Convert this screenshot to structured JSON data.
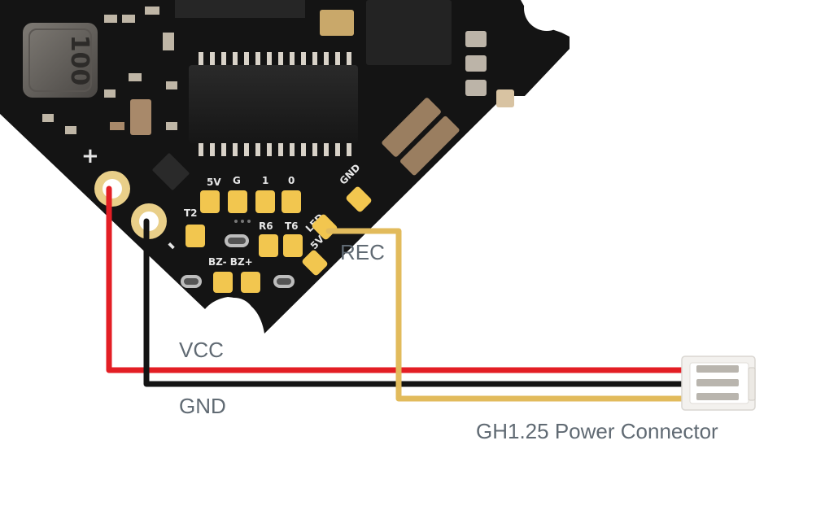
{
  "labels": {
    "rec": "REC",
    "vcc": "VCC",
    "gnd": "GND",
    "connector": "GH1.25 Power Connector"
  },
  "board": {
    "inductor_marking": "100",
    "plus_marking": "+",
    "minus_marking": "-",
    "silkscreen": {
      "v5_top": "5V",
      "g": "G",
      "one": "1",
      "zero": "0",
      "gnd": "GND",
      "t2": "T2",
      "r6": "R6",
      "t6": "T6",
      "led": "LED",
      "v5_side": "5V",
      "bz": "BZ- BZ+"
    }
  },
  "colors": {
    "board": "#141414",
    "pad_gold": "#f2c64f",
    "vcc_wire": "#e31e24",
    "gnd_wire": "#141414",
    "rec_wire": "#e2bb5c",
    "connector": "#f3f1ee",
    "label_text": "#606a73"
  },
  "icons": {
    "connector": "gh125-connector-icon",
    "pad": "solder-pad-icon"
  }
}
